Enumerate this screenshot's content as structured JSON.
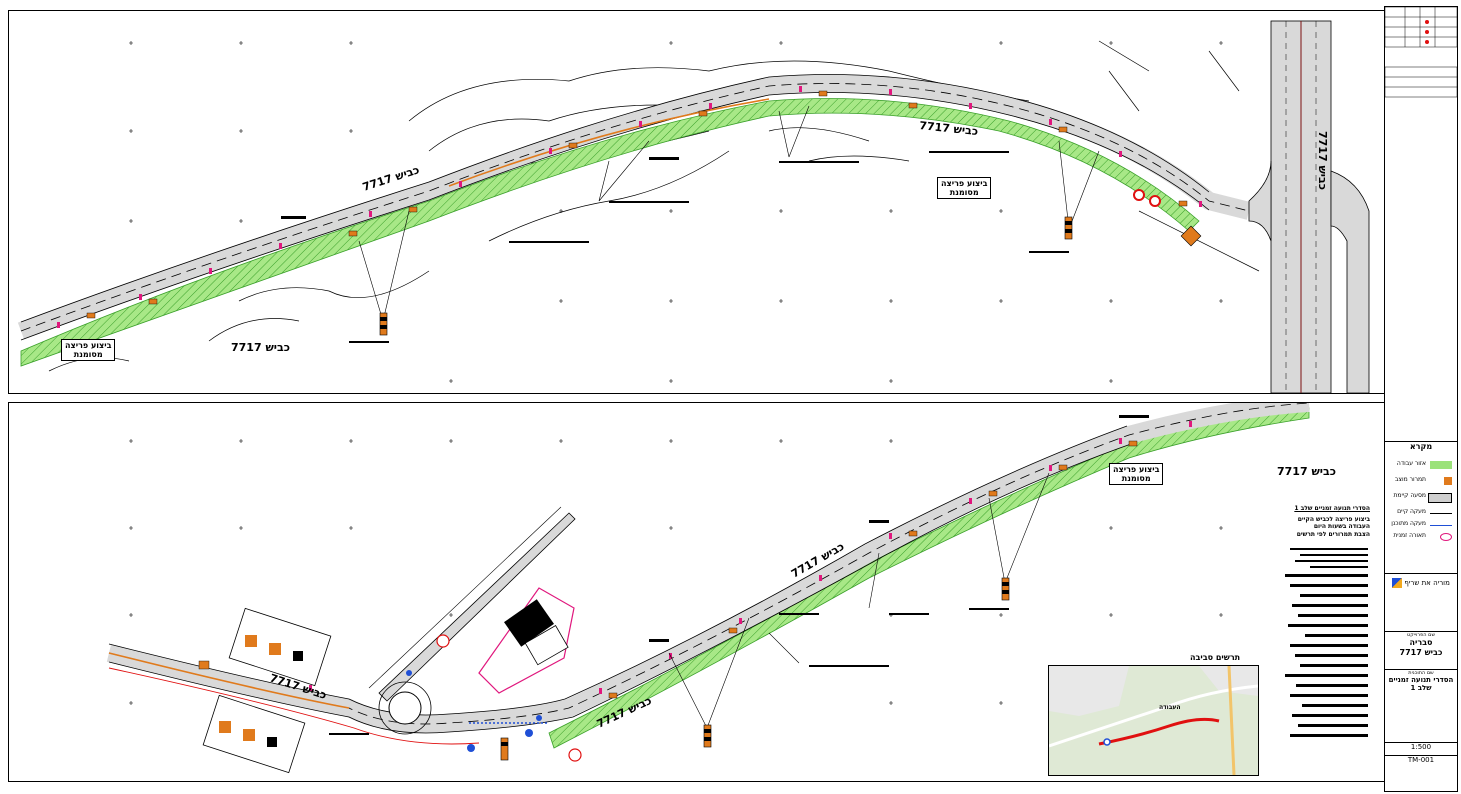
{
  "road_name": "כביש 7717",
  "labels": {
    "work_zone_top_left": [
      "ביצוע פריצה",
      "מסומנת"
    ],
    "work_zone_top_mid": [
      "ביצוע פריצה",
      "מסומנת"
    ],
    "work_zone_bottom": [
      "ביצוע פריצה",
      "מסומנת"
    ],
    "locator_map_title": "תרשים סביבה",
    "locator_map_route": "העבודה"
  },
  "legend": {
    "title": "מקרא",
    "items": [
      {
        "label": "אזור עבודה",
        "color": "#9be27a"
      },
      {
        "label": "תמרור מוצב",
        "color": "#e07a1c"
      },
      {
        "label": "מסעה קיימת",
        "color": "#cfcfcf"
      },
      {
        "label": "מעקה קיים",
        "color": "#000000"
      },
      {
        "label": "מעקה מתוכנן",
        "color": "#1f4fd6"
      },
      {
        "label": "תאורה זמנית",
        "color": "#e0177d"
      }
    ]
  },
  "notes": {
    "title": "הסדרי תנועה זמניים שלב 1",
    "items": [
      "ביצוע פריצה לכביש הקיים",
      "העבודה בשעות היום",
      "הצבת תמרורים לפי תרשים"
    ]
  },
  "title_block": {
    "company": "מוריה את שריף",
    "project_label": "שם הפרוייקט",
    "project": [
      "סבריה",
      "כביש 7717"
    ],
    "drawing_label": "שם התוכנית",
    "drawing": [
      "הסדרי תנועה זמניים",
      "שלב 1"
    ],
    "scale": "1:500",
    "sheet": "TM-001"
  },
  "colors": {
    "road": "#d9d9d9",
    "work_zone": "#a8e887",
    "work_zone_hatch": "#3aa02a",
    "guardrail_planned": "#1f4fd6",
    "light": "#e0177d",
    "sign_orange": "#e07a1c",
    "route_red": "#e01010",
    "contour": "#000000"
  }
}
